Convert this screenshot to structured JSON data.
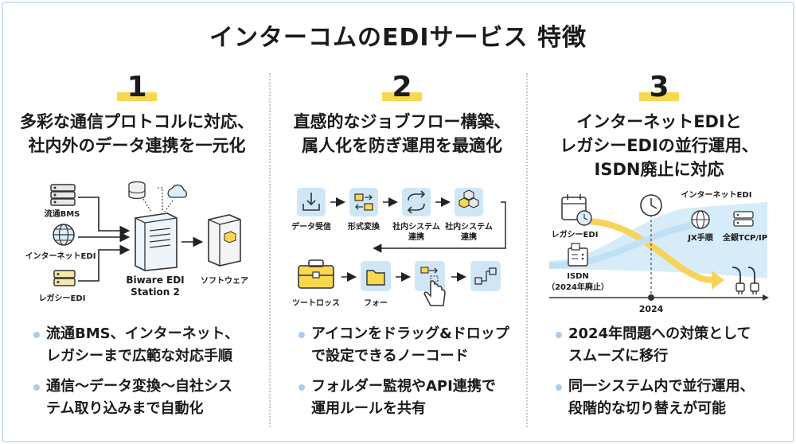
{
  "title": "インターコムのEDIサービス 特徴",
  "colors": {
    "accent_yellow": "#f9d74f",
    "accent_blue": "#a9cdee",
    "legacy_yellow": "#f7d35a",
    "new_blue": "#bfe0f5"
  },
  "columns": [
    {
      "number": "1",
      "heading_line1": "多彩な通信プロトコルに対応、",
      "heading_line2": "社内外のデータ連携を一元化",
      "diagram": {
        "source1": "流通BMS",
        "source2": "インターネットEDI",
        "source3": "レガシーEDI",
        "server_line1": "Biware EDI",
        "server_line2": "Station 2",
        "target": "ソフトウェア",
        "icons": [
          "server-rack-icon",
          "globe-icon",
          "legacy-server-icon",
          "database-icon",
          "cloud-icon",
          "edi-server-icon",
          "software-box-icon"
        ]
      },
      "bullets": [
        {
          "line1": "流通BMS、インターネット、",
          "line2": "レガシーまで広範な対応手順"
        },
        {
          "line1": "通信～データ変換～自社シス",
          "line2": "テム取り込みまで自動化"
        }
      ]
    },
    {
      "number": "2",
      "heading_line1": "直感的なジョブフロー構築、",
      "heading_line2": "属人化を防ぎ運用を最適化",
      "diagram": {
        "step1": "データ受信",
        "step2": "形式変換",
        "step3_line1": "社内システム",
        "step3_line2": "連携",
        "step4_line1": "社内システム",
        "step4_line2": "連携",
        "toolbox": "ツートロッス",
        "folder": "フォー",
        "icons": [
          "inbox-download-icon",
          "convert-icon",
          "sync-icon",
          "cubes-icon",
          "toolbox-icon",
          "folder-icon",
          "drag-icon",
          "hand-cursor-icon",
          "flow-icon"
        ]
      },
      "bullets": [
        {
          "line1": "アイコンをドラッグ&ドロップ",
          "line2": "で設定できるノーコード"
        },
        {
          "line1": "フォルダー監視やAPI連携で",
          "line2": "運用ルールを共有"
        }
      ]
    },
    {
      "number": "3",
      "heading_line1": "インターネットEDIと",
      "heading_line2": "レガシーEDIの並行運用、",
      "heading_line3": "ISDN廃止に対応",
      "diagram": {
        "internet_edi": "インターネットEDI",
        "legacy_edi": "レガシーEDI",
        "isdn_line1": "ISDN",
        "isdn_line2": "（2024年廃止）",
        "jx": "JX手順",
        "tcpip": "全銀TCP/IP",
        "year": "2024",
        "icons": [
          "calendar-clock-icon",
          "fax-icon",
          "clock-icon",
          "globe-icon",
          "server-icon",
          "cable-plug-icon"
        ]
      },
      "bullets": [
        {
          "line1": "2024年問題への対策として",
          "line2": "スムーズに移行"
        },
        {
          "line1": "同一システム内で並行運用、",
          "line2": "段階的な切り替えが可能"
        }
      ]
    }
  ]
}
